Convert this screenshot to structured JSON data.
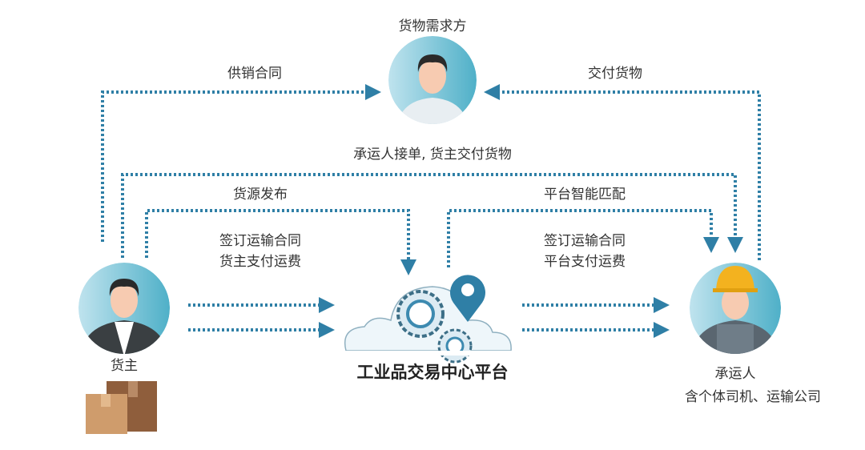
{
  "colors": {
    "arrow": "#2f7fa6",
    "avatar_bg": "#5fb7cc",
    "pin": "#2f7fa6"
  },
  "nodes": {
    "buyer": {
      "label": "货物需求方",
      "icon": "person-icon"
    },
    "shipper": {
      "label": "货主",
      "icon": "businessman-icon"
    },
    "carrier": {
      "label": "承运人",
      "sublabel": "含个体司机、运输公司",
      "icon": "worker-icon"
    },
    "platform": {
      "label": "工业品交易中心平台",
      "icon": "cloud-gears-icon"
    }
  },
  "edges": {
    "supply_contract": "供销合同",
    "deliver_goods": "交付货物",
    "accept_order": "承运人接单, 货主交付货物",
    "publish_cargo": "货源发布",
    "smart_match": "平台智能匹配",
    "shipper_contract_line1": "签订运输合同",
    "shipper_contract_line2": "货主支付运费",
    "platform_contract_line1": "签订运输合同",
    "platform_contract_line2": "平台支付运费"
  }
}
